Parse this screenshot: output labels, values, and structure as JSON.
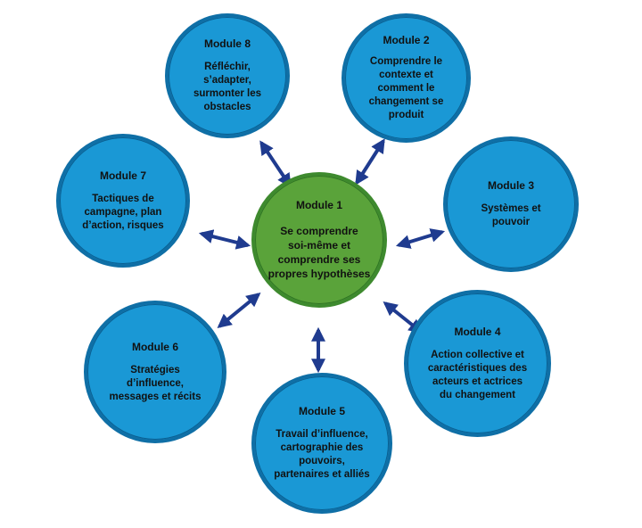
{
  "colors": {
    "outer_fill": "#1a98d5",
    "center_fill": "#5aa33a",
    "arrow": "#1f3b8f"
  },
  "center": {
    "title": "Module 1",
    "desc": "Se comprendre\nsoi-même et\ncomprendre ses\npropres hypothèses"
  },
  "modules": [
    {
      "id": "m8",
      "title": "Module 8",
      "desc": "Réfléchir,\ns’adapter,\nsurmonter les\nobstacles"
    },
    {
      "id": "m2",
      "title": "Module 2",
      "desc": "Comprendre le\ncontexte et\ncomment le\nchangement se\nproduit"
    },
    {
      "id": "m7",
      "title": "Module 7",
      "desc": "Tactiques de\ncampagne, plan\nd’action, risques"
    },
    {
      "id": "m3",
      "title": "Module 3",
      "desc": "Systèmes et\npouvoir"
    },
    {
      "id": "m6",
      "title": "Module 6",
      "desc": "Stratégies\nd’influence,\nmessages et récits"
    },
    {
      "id": "m4",
      "title": "Module 4",
      "desc": "Action collective et\ncaractéristiques des\nacteurs et actrices\ndu changement"
    },
    {
      "id": "m5",
      "title": "Module 5",
      "desc": "Travail d’influence,\ncartographie des\npouvoirs,\npartenaires et alliés"
    }
  ],
  "connections": [
    "m8",
    "m2",
    "m7",
    "m3",
    "m6",
    "m4",
    "m5"
  ]
}
